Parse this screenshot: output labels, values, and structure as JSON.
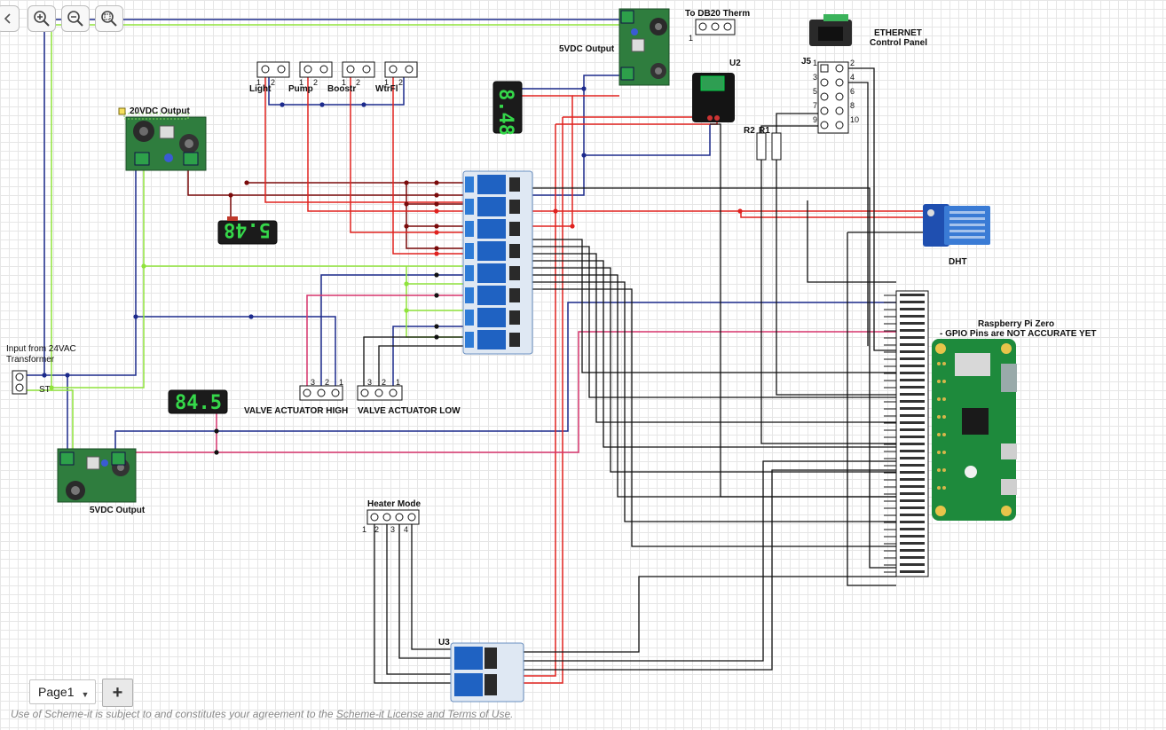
{
  "toolbar": {
    "back_icon": "chevron-left-icon",
    "zoom_in_icon": "zoom-in-icon",
    "zoom_out_icon": "zoom-out-icon",
    "zoom_fit_icon": "zoom-fit-icon"
  },
  "labels": {
    "out20": "20VDC Output",
    "out5_top": "5VDC Output",
    "out5_bottom": "5VDC Output",
    "ds_therm": "To DB20 Therm",
    "u2": "U2",
    "ethernet": "ETHERNET",
    "control_panel": "Control Panel",
    "j5": "J5",
    "r2": "R2",
    "r1": "R1",
    "dht": "DHT",
    "rpi_title": "Raspberry Pi Zero",
    "rpi_note": "- GPIO Pins are NOT ACCURATE YET",
    "light": "Light",
    "pump": "Pump",
    "boostr": "Boostr",
    "wtrfl": "WtrFl",
    "input_line1": "Input from 24VAC",
    "input_line2": "Transformer",
    "st": "ST",
    "valve_high": "VALVE ACTUATOR HIGH",
    "valve_low": "VALVE ACTUATOR LOW",
    "heater_mode": "Heater Mode",
    "u3": "U3"
  },
  "displays": {
    "top": "8.48",
    "mid": "5.48",
    "left": "84.5"
  },
  "j5_pins": {
    "left": [
      "1",
      "3",
      "5",
      "7",
      "9"
    ],
    "right": [
      "2",
      "4",
      "6",
      "8",
      "10"
    ]
  },
  "colors": {
    "wire_navy": "#1c2a8c",
    "wire_green": "#8fe33b",
    "wire_red": "#e0221f",
    "wire_dark_red": "#7a0a0a",
    "wire_black": "#111111",
    "wire_pink": "#d6336c",
    "relay_blue": "#1f62c2",
    "pcb_green": "#1e8a3c"
  },
  "pages": {
    "current": "Page1",
    "add_label": "+"
  },
  "footer": {
    "prefix": "Use of Scheme-it is subject to and constitutes your agreement to the ",
    "link": "Scheme-it License and Terms of Use",
    "suffix": "."
  }
}
